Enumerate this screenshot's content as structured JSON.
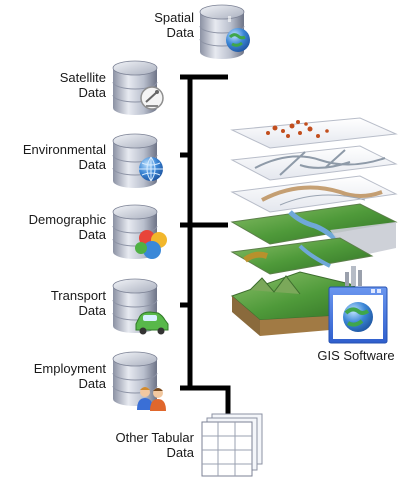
{
  "sources": [
    {
      "line1": "Spatial",
      "line2": "Data",
      "icon": "globe-icon"
    },
    {
      "line1": "Satellite",
      "line2": "Data",
      "icon": "satellite-dish-icon"
    },
    {
      "line1": "Environmental",
      "line2": "Data",
      "icon": "globe-grid-icon"
    },
    {
      "line1": "Demographic",
      "line2": "Data",
      "icon": "people-dots-icon"
    },
    {
      "line1": "Transport",
      "line2": "Data",
      "icon": "car-icon"
    },
    {
      "line1": "Employment",
      "line2": "Data",
      "icon": "workers-icon"
    }
  ],
  "tabular": {
    "line1": "Other Tabular",
    "line2": "Data",
    "icon": "spreadsheet-icon"
  },
  "software": {
    "label": "GIS Software",
    "icon": "gis-window-globe-icon"
  },
  "colors": {
    "cylinder_light": "#d7dbe6",
    "cylinder_dark": "#7b8194",
    "connector": "#000000",
    "terrain_green": "#4f9a3a",
    "water_blue": "#6fa8d8",
    "window_blue": "#3c6fd6"
  }
}
